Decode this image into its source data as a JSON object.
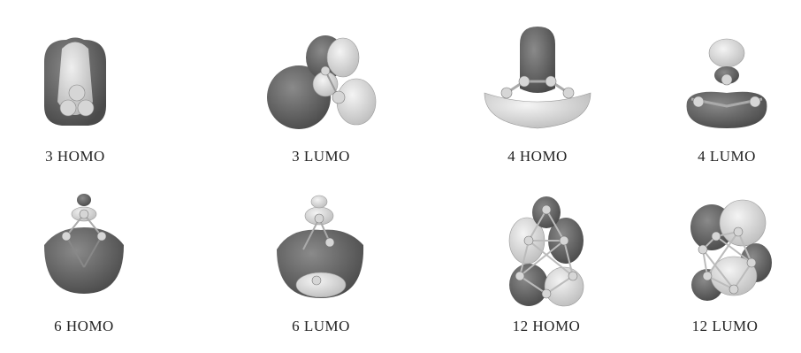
{
  "figure": {
    "panels": [
      {
        "label": "3 HOMO"
      },
      {
        "label": "3 LUMO"
      },
      {
        "label": "4 HOMO"
      },
      {
        "label": "4 LUMO"
      },
      {
        "label": "6 HOMO"
      },
      {
        "label": "6 LUMO"
      },
      {
        "label": "12 HOMO"
      },
      {
        "label": "12 LUMO"
      }
    ]
  },
  "colors": {
    "dark_lobe": "#5e5e5e",
    "light_lobe": "#e2e2e2",
    "atom": "#c8c8c8",
    "bond": "#9a9a9a"
  }
}
